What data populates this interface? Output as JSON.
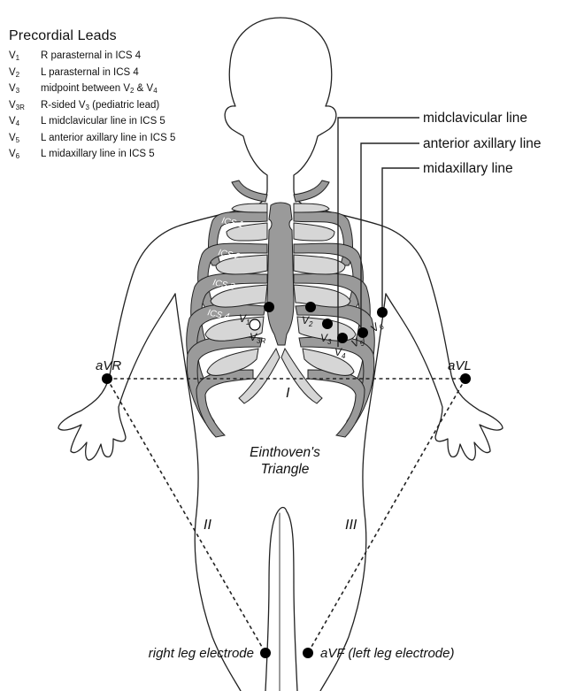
{
  "legend": {
    "title": "Precordial Leads",
    "rows": [
      {
        "lead": "V",
        "sub": "1",
        "desc": "R parasternal in ICS 4"
      },
      {
        "lead": "V",
        "sub": "2",
        "desc": "L parasternal in ICS 4"
      },
      {
        "lead": "V",
        "sub": "3",
        "desc_pre": "midpoint between V",
        "s1": "2",
        "mid": " & V",
        "s2": "4"
      },
      {
        "lead": "V",
        "sub": "3R",
        "desc_pre": "R-sided V",
        "s1": "3",
        "mid": " (pediatric lead)"
      },
      {
        "lead": "V",
        "sub": "4",
        "desc": "L midclavicular line in ICS 5"
      },
      {
        "lead": "V",
        "sub": "5",
        "desc": "L anterior axillary line in ICS 5"
      },
      {
        "lead": "V",
        "sub": "6",
        "desc": "L midaxillary line in ICS 5"
      }
    ]
  },
  "lines": {
    "midclavicular": "midclavicular line",
    "anterior_axillary": "anterior axillary line",
    "midaxillary": "midaxillary line"
  },
  "ics": [
    "ICS 1",
    "ICS 2",
    "ICS 3",
    "ICS 4"
  ],
  "electrodes": {
    "avr": "aVR",
    "avl": "aVL",
    "right_leg": "right leg electrode",
    "avf": "aVF (left leg electrode)"
  },
  "leads": {
    "I": "I",
    "II": "II",
    "III": "III"
  },
  "triangle": {
    "line1": "Einthoven's",
    "line2": "Triangle"
  },
  "chest_leads": {
    "v1": {
      "l": "V",
      "s": "1"
    },
    "v2": {
      "l": "V",
      "s": "2"
    },
    "v3": {
      "l": "V",
      "s": "3"
    },
    "v3r": {
      "l": "V",
      "s": "3R"
    },
    "v4": {
      "l": "V",
      "s": "4"
    },
    "v5": {
      "l": "V",
      "s": "5"
    },
    "v6": {
      "l": "V",
      "s": "6"
    }
  },
  "colors": {
    "rib_dark": "#9a9a9a",
    "rib_light": "#d6d6d6",
    "outline": "#222222"
  }
}
